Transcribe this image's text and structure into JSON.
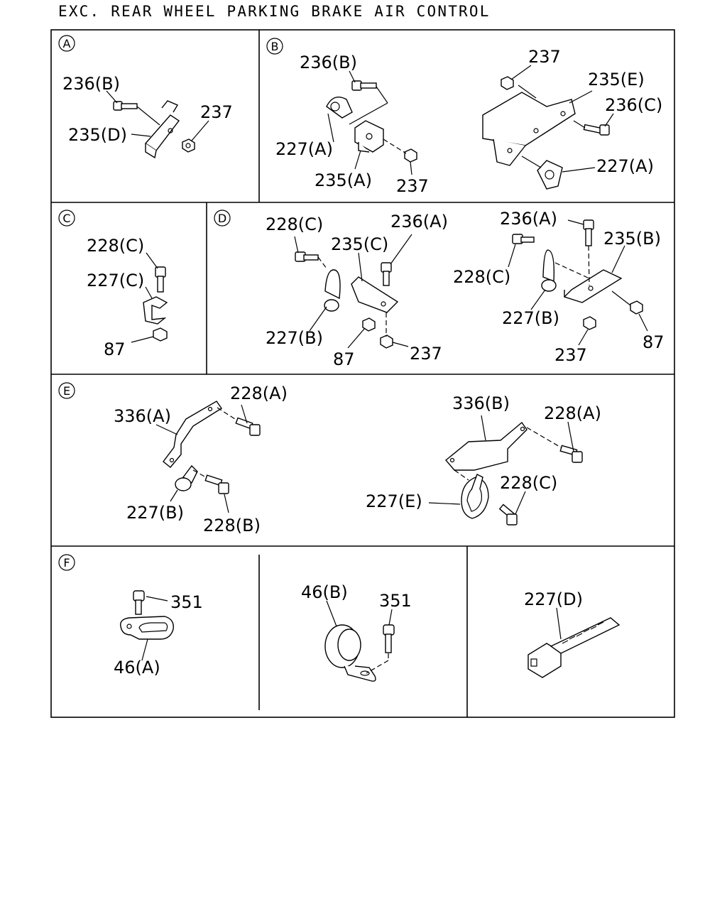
{
  "title": "EXC. REAR WHEEL PARKING BRAKE AIR CONTROL",
  "sections": {
    "A": {
      "letter": "A",
      "labels": {
        "bolt": "236(B)",
        "bracket": "235(D)",
        "nut": "237"
      }
    },
    "B": {
      "letter": "B",
      "labels": {
        "bolt_left": "236(B)",
        "clip_left": "227(A)",
        "bracket_left": "235(A)",
        "nut_left": "237",
        "nut_right": "237",
        "bracket_right": "235(E)",
        "bolt_right": "236(C)",
        "clip_right": "227(A)"
      }
    },
    "C": {
      "letter": "C",
      "labels": {
        "bolt": "228(C)",
        "clip": "227(C)",
        "nut": "87"
      }
    },
    "D": {
      "letter": "D",
      "labels": {
        "bolt_c_left": "228(C)",
        "bracket_left": "235(C)",
        "bolt_a_left": "236(A)",
        "clip_left": "227(B)",
        "nut87_left": "87",
        "nut237_left": "237",
        "bolt_a_right": "236(A)",
        "bracket_right": "235(B)",
        "bolt_c_right": "228(C)",
        "clip_right": "227(B)",
        "nut237_right": "237",
        "nut87_right": "87"
      }
    },
    "E": {
      "letter": "E",
      "labels": {
        "bolt_a_left": "228(A)",
        "bracket_left": "336(A)",
        "clip_left": "227(B)",
        "bolt_b_left": "228(B)",
        "bracket_right": "336(B)",
        "bolt_a_right": "228(A)",
        "bolt_c_right": "228(C)",
        "clip_right": "227(E)"
      }
    },
    "F": {
      "letter": "F",
      "labels": {
        "bolt_left": "351",
        "clamp_left": "46(A)",
        "clamp_mid": "46(B)",
        "bolt_mid": "351",
        "tie": "227(D)"
      }
    }
  }
}
